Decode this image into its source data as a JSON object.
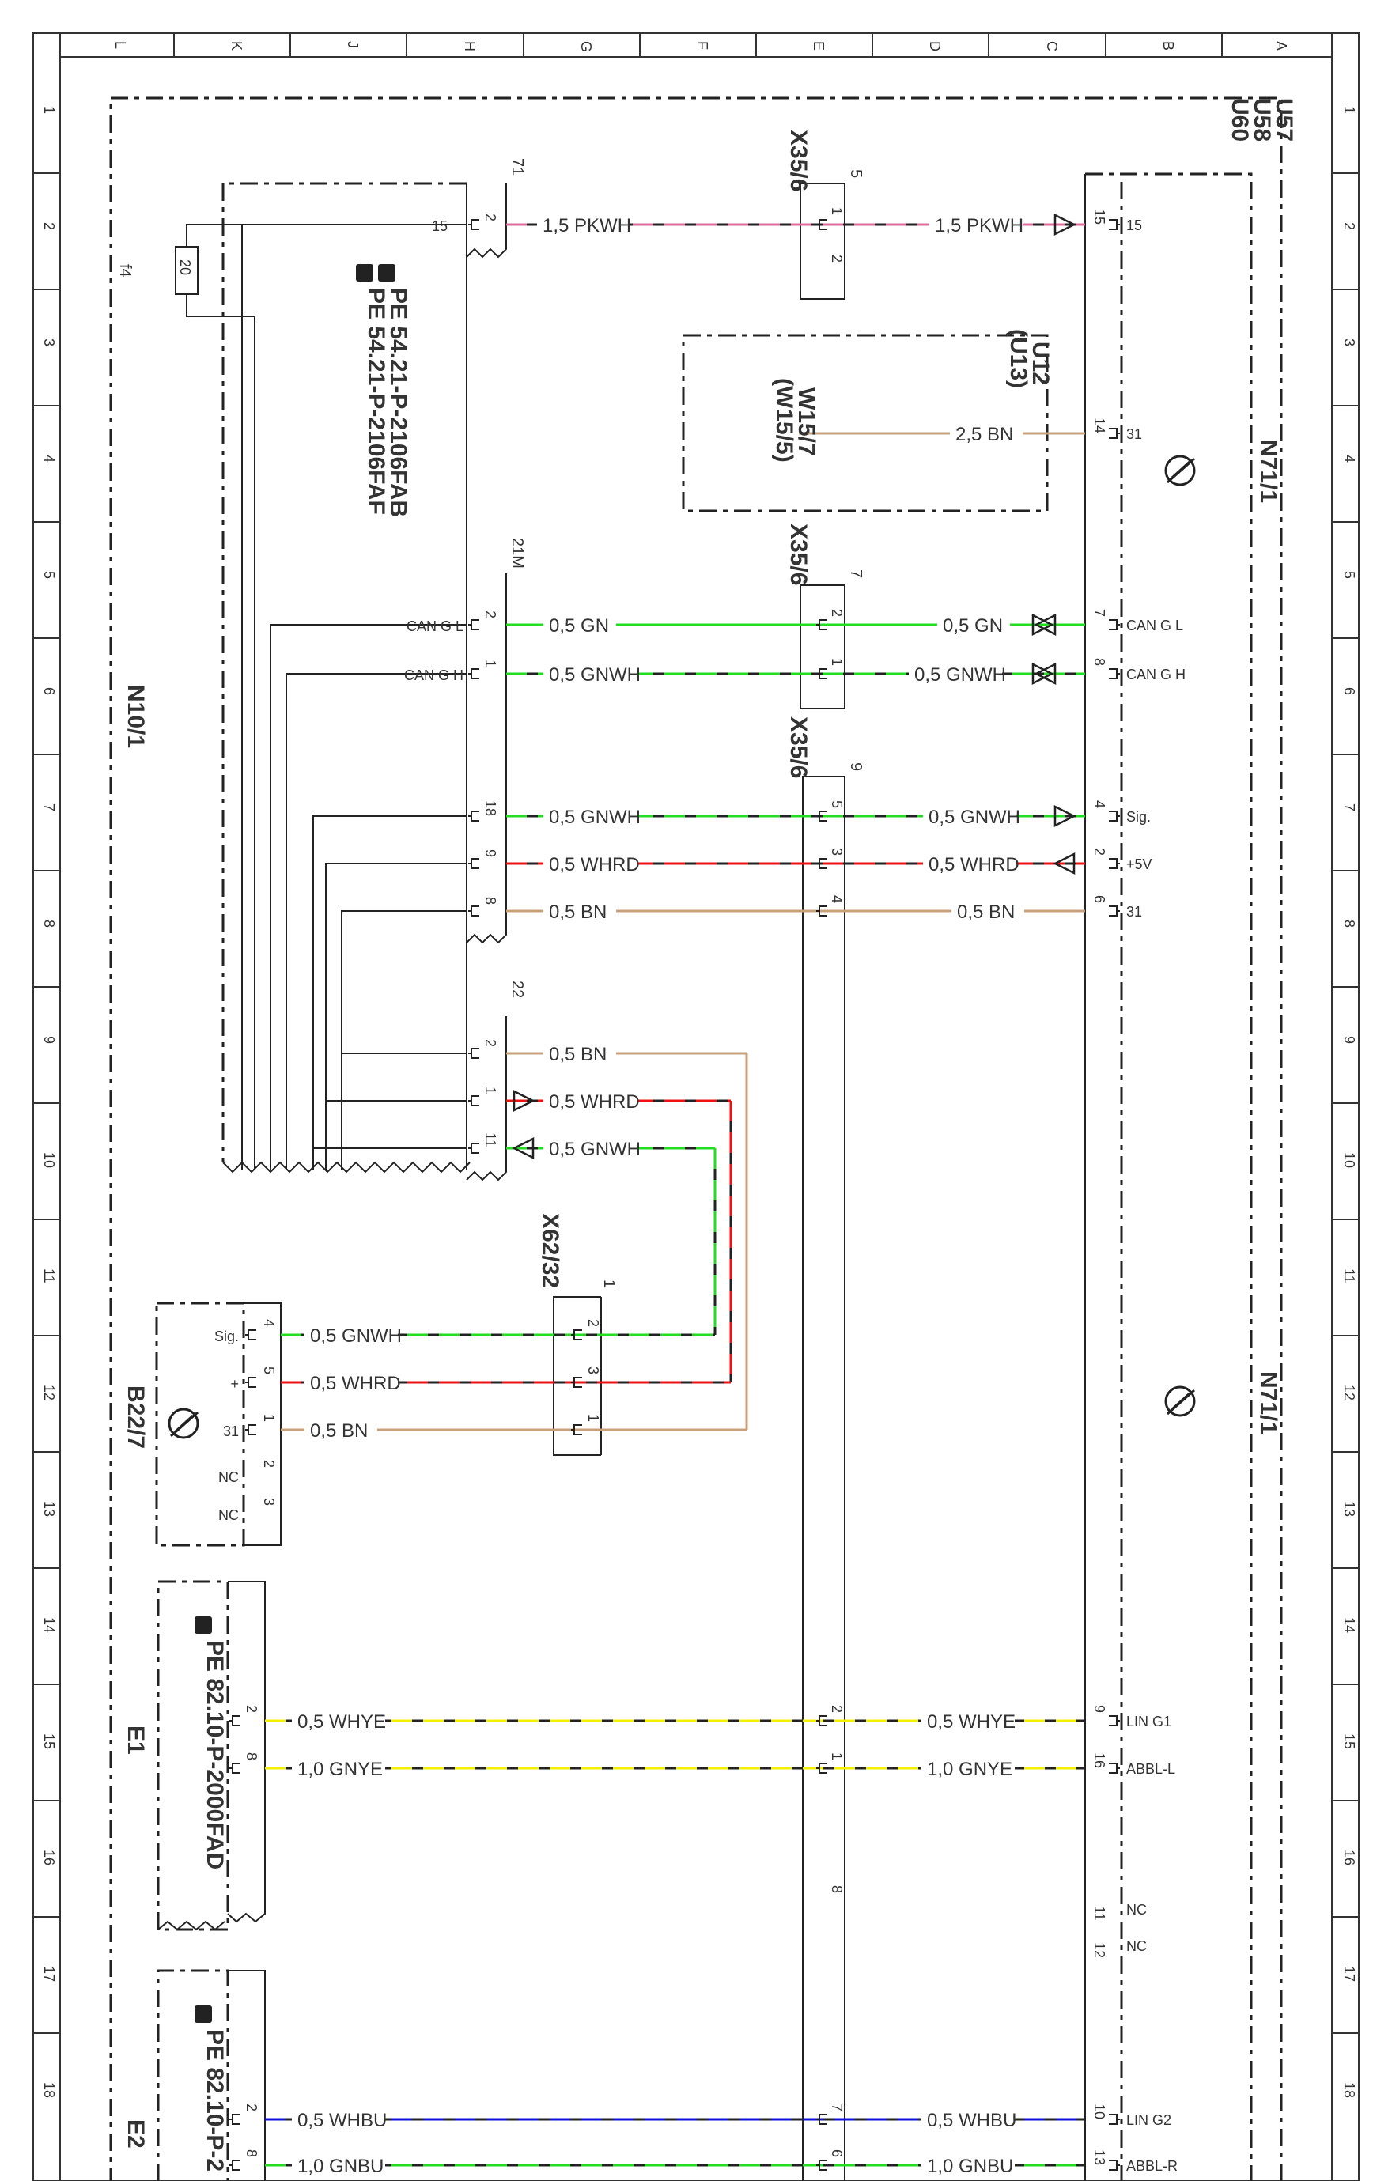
{
  "columns": [
    "L",
    "K",
    "J",
    "H",
    "G",
    "F",
    "E",
    "D",
    "C",
    "B",
    "A"
  ],
  "rows": [
    "1",
    "2",
    "3",
    "4",
    "5",
    "6",
    "7",
    "8",
    "9",
    "10",
    "11",
    "12",
    "13",
    "14",
    "15",
    "16",
    "17",
    "18"
  ],
  "units": {
    "u_vehicle": [
      "U57",
      "U58",
      "U60"
    ],
    "n10_1": "N10/1",
    "n71_1_upper": "N71/1",
    "n71_1_lower": "N71/1",
    "b22_7": "B22/7",
    "e1": "E1",
    "e2": "E2",
    "u12": "U12",
    "u13": "(U13)",
    "w15_7": "W15/7",
    "w15_5": "(W15/5)",
    "fuse_label": "f4",
    "fuse_value": "20"
  },
  "connectors": {
    "c71": "71",
    "c21m": "21M",
    "c22": "22",
    "x35_6_a": "X35/6",
    "x35_6_b": "X35/6",
    "x35_6_c": "X35/6",
    "x62_32": "X62/32",
    "x35_count_a": "5",
    "x35_count_b": "7",
    "x35_count_c": "9",
    "x62_count": "1"
  },
  "references": {
    "pe1": "PE 54.21-P-2106FAB",
    "pe2": "PE 54.21-P-2106FAF",
    "pe_e1": "PE 82.10-P-2000FAD",
    "pe_e2": "PE 82.10-P-2"
  },
  "n10_pins": {
    "p15_name": "15",
    "p71_2": "2",
    "can_gl_name": "CAN G L",
    "can_gh_name": "CAN G H",
    "p21_2": "2",
    "p21_1": "1",
    "p21_18": "18",
    "p21_9": "9",
    "p21_8": "8",
    "p22_2": "2",
    "p22_1": "1",
    "p22_11": "11"
  },
  "n71_pins": {
    "p15": "15",
    "p15_name": "15",
    "p14": "14",
    "p14_name": "31",
    "p7": "7",
    "p7_name": "CAN G L",
    "p8": "8",
    "p8_name": "CAN G H",
    "p4": "4",
    "p4_name": "Sig.",
    "p2": "2",
    "p2_name": "+5V",
    "p6": "6",
    "p6_name": "31",
    "p9": "9",
    "p9_name": "LIN G1",
    "p16": "16",
    "p16_name": "ABBL-L",
    "p11": "11",
    "p11_name": "NC",
    "p12": "12",
    "p12_name": "NC",
    "p10": "10",
    "p10_name": "LIN G2",
    "p13": "13",
    "p13_name": "ABBL-R"
  },
  "x35_pins": {
    "a1": "1",
    "a2": "2",
    "b2": "2",
    "b1": "1",
    "c5": "5",
    "c3": "3",
    "c4": "4",
    "c2": "2",
    "c1": "1",
    "c8": "8",
    "c7": "7",
    "c6": "6"
  },
  "x62_pins": {
    "p2": "2",
    "p3": "3",
    "p1": "1"
  },
  "b22_pins": {
    "p4": "4",
    "p4_name": "Sig.",
    "p5": "5",
    "p5_name": "+",
    "p1": "1",
    "p1_name": "31",
    "p2": "2",
    "p2_name": "NC",
    "p3": "3",
    "p3_name": "NC"
  },
  "e_pins": {
    "e1_2": "2",
    "e1_8": "8",
    "e2_2": "2",
    "e2_8": "8"
  },
  "wires": {
    "w_pkwh_left": "1,5 PKWH",
    "w_pkwh_right": "1,5 PKWH",
    "w_bn_25": "2,5 BN",
    "w_gn_left": "0,5 GN",
    "w_gn_right": "0,5 GN",
    "w_gnwh_can_left": "0,5 GNWH",
    "w_gnwh_can_right": "0,5 GNWH",
    "w_gnwh_sig_left": "0,5 GNWH",
    "w_gnwh_sig_right": "0,5 GNWH",
    "w_whrd_left": "0,5 WHRD",
    "w_whrd_right": "0,5 WHRD",
    "w_bn_left": "0,5 BN",
    "w_bn_right": "0,5 BN",
    "w_bn_22": "0,5 BN",
    "w_whrd_22": "0,5 WHRD",
    "w_gnwh_22": "0,5 GNWH",
    "w_gnwh_b22": "0,5 GNWH",
    "w_whrd_b22": "0,5 WHRD",
    "w_bn_b22": "0,5 BN",
    "w_whye_left": "0,5 WHYE",
    "w_whye_right": "0,5 WHYE",
    "w_gnye_left": "1,0 GNYE",
    "w_gnye_right": "1,0 GNYE",
    "w_whbu_left": "0,5 WHBU",
    "w_whbu_right": "0,5 WHBU",
    "w_gnbu_left": "1,0 GNBU",
    "w_gnbu_right": "1,0 GNBU"
  },
  "colors": {
    "line": "#222222",
    "pink": "#e06a9a",
    "green": "#22dd22",
    "red": "#ee1111",
    "brown": "#c8a07a",
    "yellow": "#f2f200",
    "blue": "#1010dd",
    "frame": "#333333"
  }
}
